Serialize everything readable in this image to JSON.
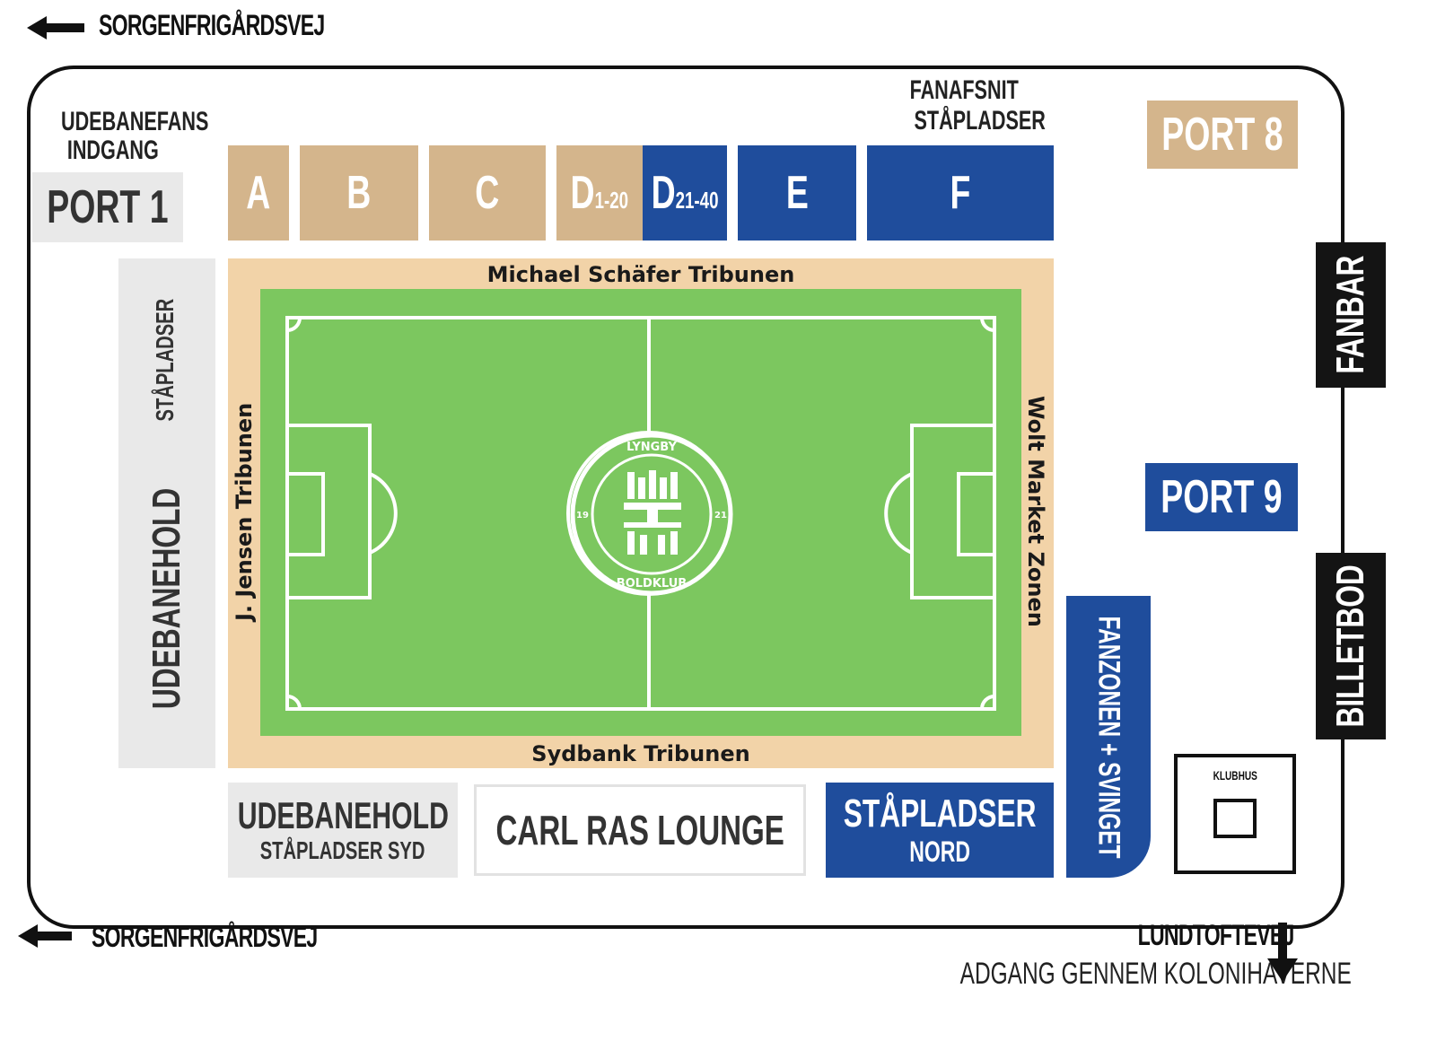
{
  "roads": {
    "top_left": "SORGENFRIGÅRDSVEJ",
    "bottom_left": "SORGENFRIGÅRDSVEJ",
    "bottom_right_title": "LUNDTOFTEVEJ",
    "bottom_right_sub": "ADGANG GENNEM KOLONIHAVERNE"
  },
  "away_entrance": {
    "line1": "UDEBANEFANS",
    "line2": "INDGANG"
  },
  "ports": {
    "port1": "PORT 1",
    "port8": "PORT 8",
    "port9": "PORT 9"
  },
  "fan_section": {
    "line1": "FANAFSNIT",
    "line2": "STÅPLADSER"
  },
  "sections": {
    "a": "A",
    "b": "B",
    "c": "C",
    "d1_letter": "D",
    "d1_range": "1-20",
    "d2_letter": "D",
    "d2_range": "21-40",
    "e": "E",
    "f": "F"
  },
  "stands": {
    "north": "Michael Schäfer Tribunen",
    "south": "Sydbank Tribunen",
    "west": "J. Jensen Tribunen",
    "east": "Wolt Market Zonen"
  },
  "away_standing_west": {
    "line1": "UDEBANEHOLD",
    "line2": "STÅPLADSER"
  },
  "away_standing_south": {
    "line1": "UDEBANEHOLD",
    "line2": "STÅPLADSER SYD"
  },
  "lounge": "CARL RAS LOUNGE",
  "standing_north": {
    "line1": "STÅPLADSER",
    "line2": "NORD"
  },
  "fanzone": "FANZONEN + SVINGET",
  "fanbar": "FANBAR",
  "billetbod": "BILLETBOD",
  "klubhus": "KLUBHUS",
  "logo": {
    "top": "LYNGBY",
    "bottom": "BOLDKLUB",
    "left": "19",
    "right": "21"
  },
  "colors": {
    "tan": "#d4b58c",
    "blue": "#1f4d9c",
    "grass": "#7cc75f",
    "stand": "#f2d3a8",
    "grey": "#e9e9e9"
  }
}
